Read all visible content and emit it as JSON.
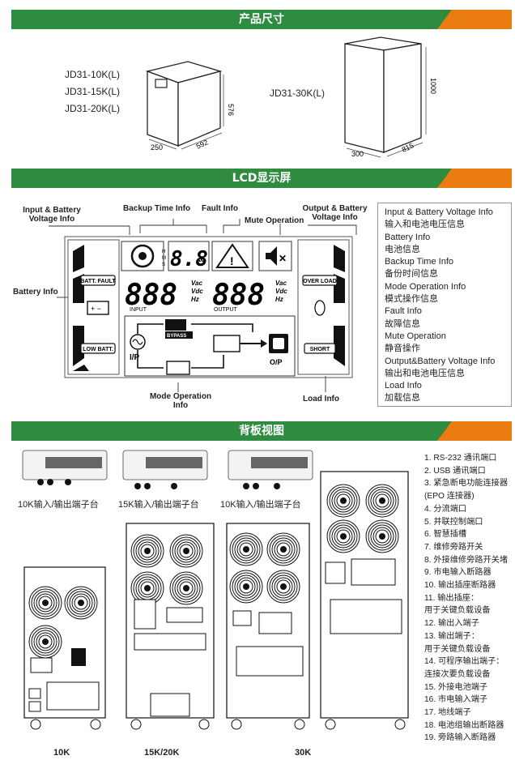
{
  "banners": {
    "dimensions": "产品尺寸",
    "lcd": "LCD显示屏",
    "rear": "背板视图"
  },
  "dimensions": {
    "models_small": [
      "JD31-10K(L)",
      "JD31-15K(L)",
      "JD31-20K(L)"
    ],
    "model_large": "JD31-30K(L)",
    "small_dims": {
      "height": "576",
      "depth": "592",
      "width": "250"
    },
    "large_dims": {
      "height": "1000",
      "depth": "815",
      "width": "300"
    }
  },
  "lcd": {
    "callouts": {
      "input_battery": "Input & Battery\nVoltage Info",
      "backup_time": "Backup Time Info",
      "fault": "Fault Info",
      "mute": "Mute Operation",
      "output_battery": "Output & Battery\nVoltage Info",
      "battery": "Battery Info",
      "mode_operation": "Mode Operation\nInfo",
      "load": "Load Info"
    },
    "panel": {
      "batt_fault": "BATT. FAULT",
      "low_batt": "LOW BATT.",
      "over_load": "OVER LOAD",
      "short": "SHORT",
      "input_digits": "888",
      "output_digits": "888",
      "time_digits": "8.8",
      "hms": "H\nM\nS",
      "units": "Vac\nVdc\nHz",
      "input_label": "INPUT",
      "output_label": "OUTPUT",
      "bypass": "BYPASS",
      "ip": "I/P",
      "op": "O/P"
    },
    "legend": [
      "Input & Battery Voltage Info",
      "输入和电池电压信息",
      "Battery Info",
      "电池信息",
      "Backup Time Info",
      "备份时间信息",
      "Mode Operation Info",
      "模式操作信息",
      "Fault Info",
      "故障信息",
      "Mute Operation",
      "静音操作",
      "Output&Battery Voltage Info",
      "输出和电池电压信息",
      "Load Info",
      "加载信息"
    ]
  },
  "rear": {
    "terminal_captions": [
      "10K输入/输出端子台",
      "15K输入/输出端子台",
      "10K输入/输出端子台"
    ],
    "unit_captions": [
      "10K",
      "15K/20K",
      "30K"
    ],
    "legend": [
      "1. RS-232 通讯端口",
      "2. USB 通讯端口",
      "3. 紧急断电功能连接器",
      "   (EPO 连接器)",
      "4. 分流端口",
      "5. 并联控制端口",
      "6. 智慧插槽",
      "7. 维修旁路开关",
      "8. 外接维修旁路开关堵",
      "9. 市电输入断路器",
      "10. 输出插座断路器",
      "11. 输出插座：",
      "    用于关键负载设备",
      "12. 输出入端子",
      "13. 输出端子：",
      "    用于关键负载设备",
      "14. 可程序输出端子：",
      "    连接次要负载设备",
      "15. 外接电池端子",
      "16. 市电输入端子",
      "17. 地线端子",
      "18. 电池组输出断路器",
      "19. 旁路输入断路器"
    ]
  }
}
